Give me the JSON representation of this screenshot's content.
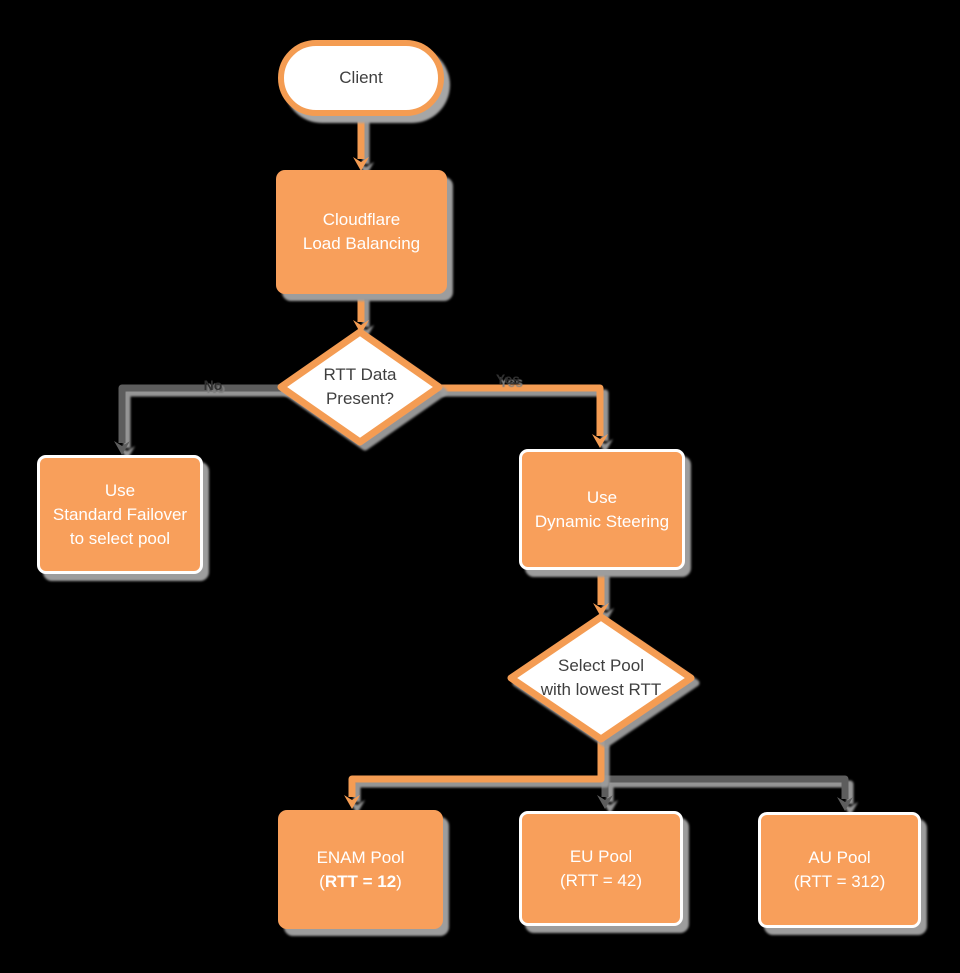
{
  "diagram": {
    "colors": {
      "node_fill_orange": "#F89F5B",
      "outline_orange": "#F49C52",
      "connector_gray": "#5D5D5D",
      "shadow_gray": "#9D9D9D",
      "shape_fill_white": "#FFFFFF",
      "text_dark": "#3F3F3F",
      "text_light": "#FFFFFF",
      "background": "#000000"
    },
    "nodes": {
      "client": {
        "label": "Client"
      },
      "clb": {
        "line1": "Cloudflare",
        "line2": "Load Balancing"
      },
      "rtt_decision": {
        "line1": "RTT Data",
        "line2": "Present?"
      },
      "standard_failover": {
        "line1": "Use",
        "line2": "Standard Failover",
        "line3": "to select pool"
      },
      "dynamic_steering": {
        "line1": "Use",
        "line2": "Dynamic Steering"
      },
      "select_pool": {
        "line1": "Select Pool",
        "line2": "with lowest RTT"
      },
      "enam_pool": {
        "line1": "ENAM Pool",
        "line2_open": "(",
        "line2_bold": "RTT = 12",
        "line2_close": ")"
      },
      "eu_pool": {
        "line1": "EU Pool",
        "line2": "(RTT = 42)"
      },
      "au_pool": {
        "line1": "AU Pool",
        "line2": "(RTT = 312)"
      }
    },
    "edges": {
      "no_label": "No",
      "yes_label": "Yes"
    }
  }
}
